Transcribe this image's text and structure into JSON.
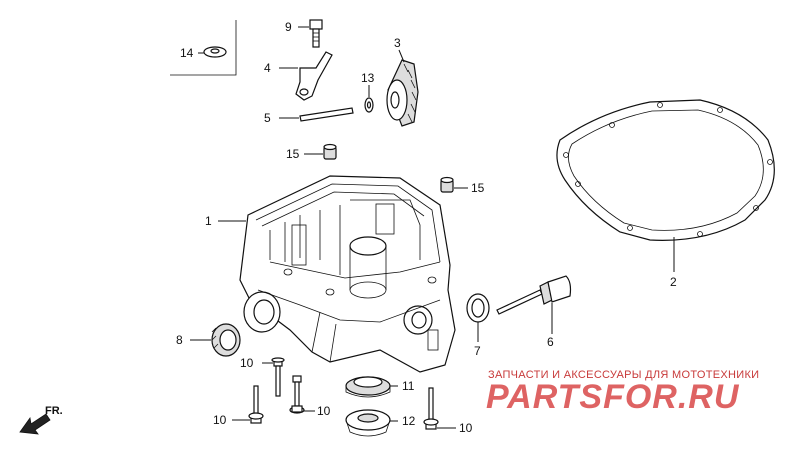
{
  "diagram": {
    "callouts": {
      "c1": "1",
      "c2": "2",
      "c3": "3",
      "c4": "4",
      "c5": "5",
      "c6": "6",
      "c7": "7",
      "c8": "8",
      "c9": "9",
      "c13": "13",
      "c14": "14",
      "c15a": "15",
      "c15b": "15",
      "c10a": "10",
      "c10b": "10",
      "c10c": "10",
      "c10d": "10",
      "c11": "11",
      "c12": "12"
    },
    "direction_label": "FR."
  },
  "watermark": {
    "tagline": "ЗАПЧАСТИ И АКСЕССУАРЫ ДЛЯ МОТОТЕХНИКИ",
    "brand": "PARTSFOR.RU",
    "color": "#d94848"
  }
}
